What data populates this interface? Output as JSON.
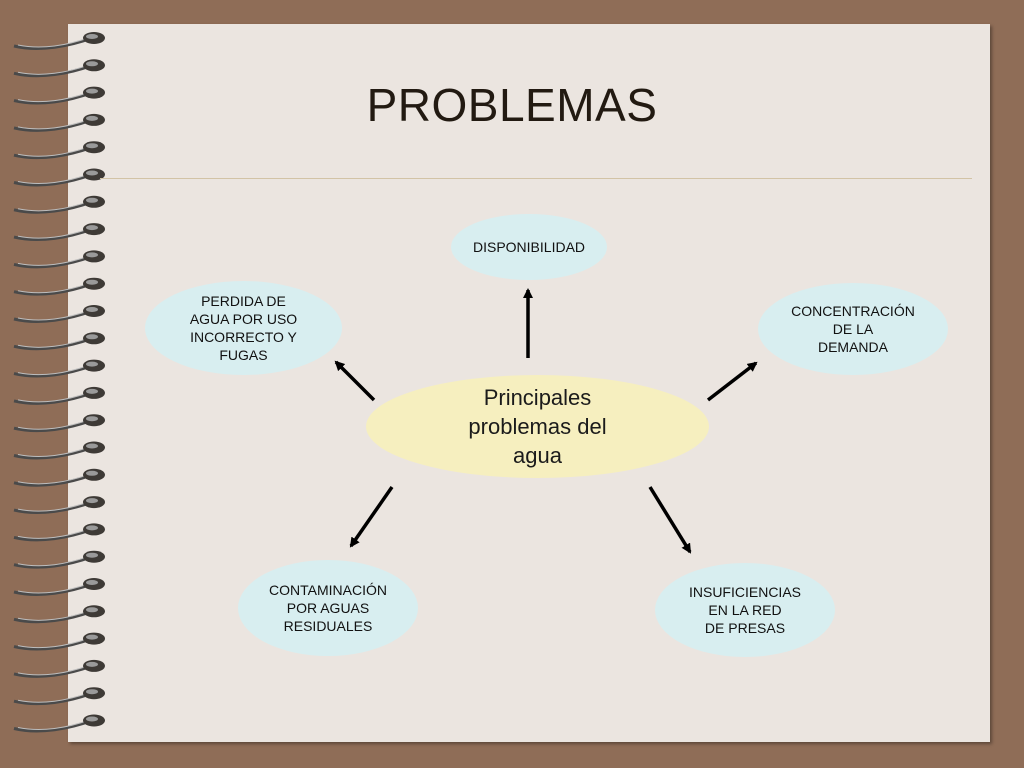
{
  "slide": {
    "title": "PROBLEMAS"
  },
  "diagram": {
    "center": "Principales\nproblemas del\nagua",
    "nodes": {
      "disponibilidad": "DISPONIBILIDAD",
      "perdida": "PERDIDA DE\nAGUA POR USO\nINCORRECTO Y\nFUGAS",
      "concentracion": "CONCENTRACIÓN\nDE LA\nDEMANDA",
      "contaminacion": "CONTAMINACIÓN\nPOR AGUAS\nRESIDUALES",
      "insuficiencias": "INSUFICIENCIAS\nEN LA RED\nDE PRESAS"
    }
  },
  "colors": {
    "background": "#8f6d57",
    "page": "#ebe5e0",
    "center_bubble": "#f6efbf",
    "outer_bubble": "#d8eef0",
    "arrow": "#000000"
  }
}
